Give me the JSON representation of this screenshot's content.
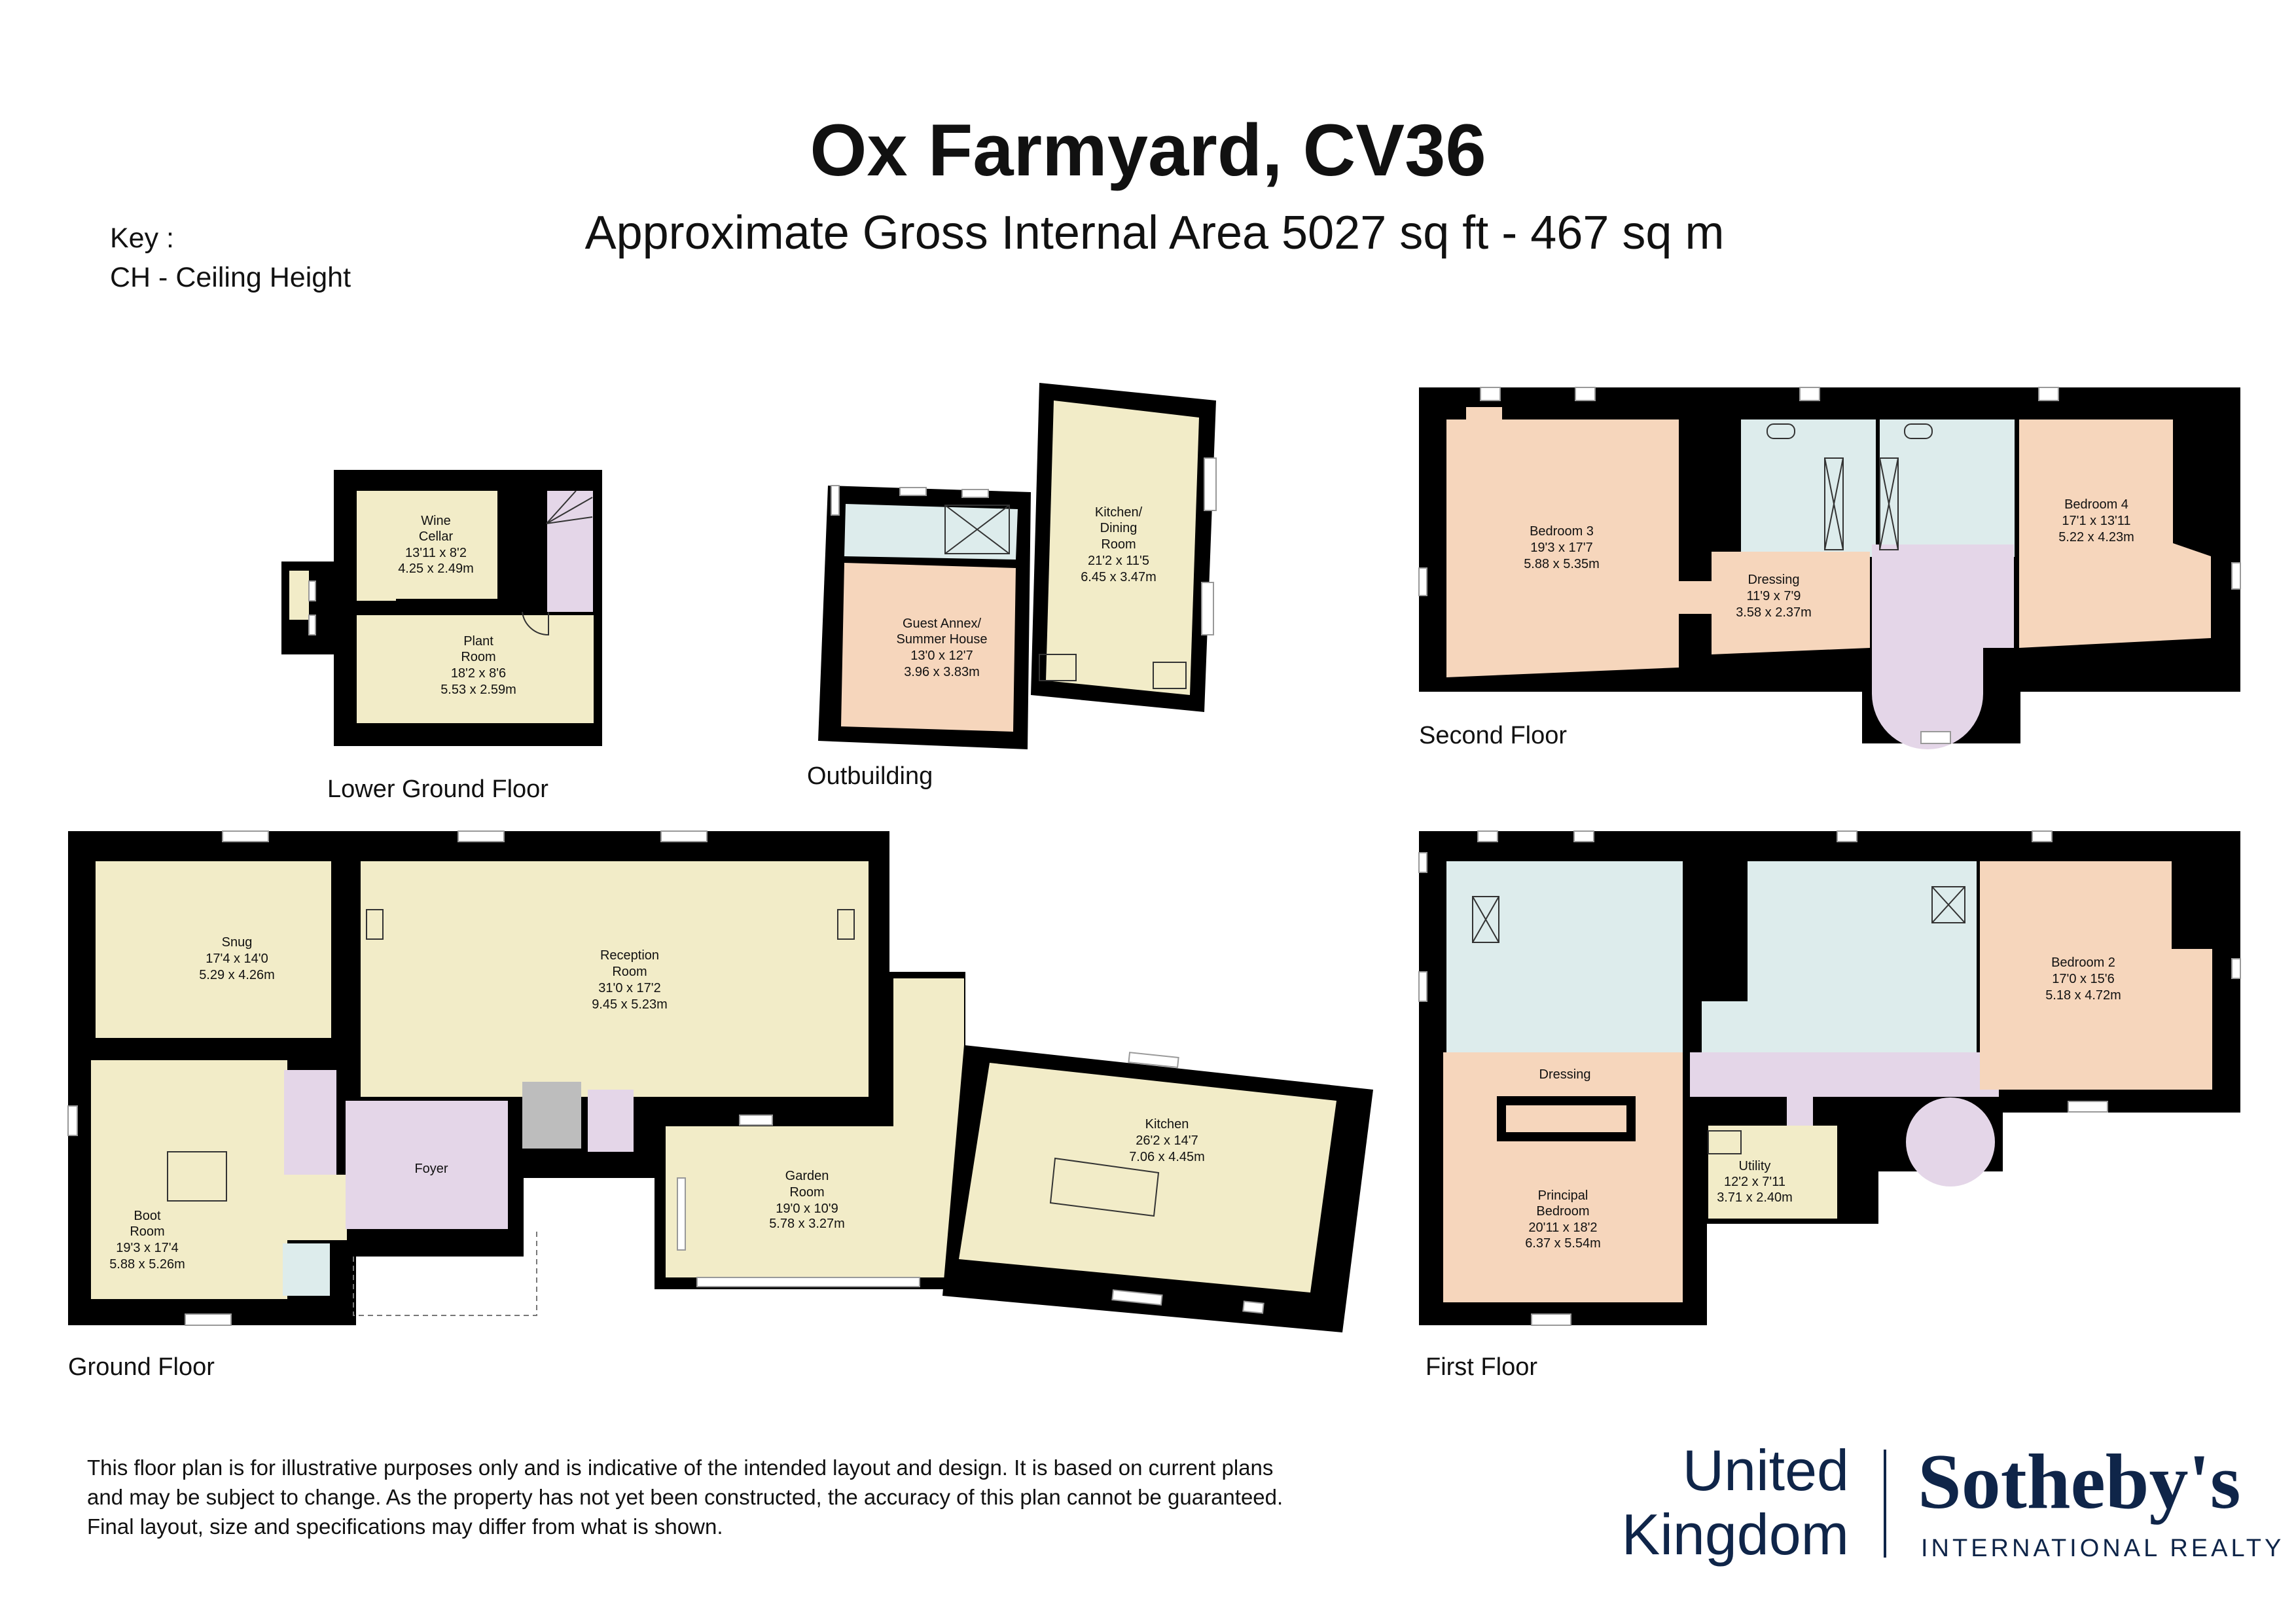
{
  "header": {
    "title": "Ox Farmyard, CV36",
    "subtitle": "Approximate Gross Internal Area 5027 sq ft - 467 sq m",
    "key_title": "Key :",
    "key_item": "CH - Ceiling Height"
  },
  "colors": {
    "wall": "#000000",
    "living": "#f2ecc8",
    "bedroom": "#f6d6bc",
    "bathroom": "#ddecec",
    "circulation": "#e4d6e8",
    "brand_navy": "#0f2549"
  },
  "floors": {
    "lower_ground": {
      "label": "Lower Ground Floor",
      "rooms": [
        {
          "name": [
            "Wine",
            "Cellar"
          ],
          "imperial": "13'11 x 8'2",
          "metric": "4.25 x 2.49m"
        },
        {
          "name": [
            "Plant",
            "Room"
          ],
          "imperial": "18'2 x 8'6",
          "metric": "5.53 x 2.59m"
        }
      ]
    },
    "outbuilding": {
      "label": "Outbuilding",
      "rooms": [
        {
          "name": [
            "Kitchen/",
            "Dining",
            "Room"
          ],
          "imperial": "21'2 x 11'5",
          "metric": "6.45 x 3.47m"
        },
        {
          "name": [
            "Guest Annex/",
            "Summer House"
          ],
          "imperial": "13'0 x 12'7",
          "metric": "3.96 x 3.83m"
        }
      ]
    },
    "second": {
      "label": "Second Floor",
      "rooms": [
        {
          "name": [
            "Bedroom 3"
          ],
          "imperial": "19'3 x 17'7",
          "metric": "5.88 x 5.35m"
        },
        {
          "name": [
            "Dressing"
          ],
          "imperial": "11'9 x 7'9",
          "metric": "3.58 x 2.37m"
        },
        {
          "name": [
            "Bedroom 4"
          ],
          "imperial": "17'1 x 13'11",
          "metric": "5.22 x 4.23m"
        }
      ]
    },
    "ground": {
      "label": "Ground Floor",
      "rooms": [
        {
          "name": [
            "Snug"
          ],
          "imperial": "17'4 x 14'0",
          "metric": "5.29 x 4.26m"
        },
        {
          "name": [
            "Reception",
            "Room"
          ],
          "imperial": "31'0 x 17'2",
          "metric": "9.45 x 5.23m"
        },
        {
          "name": [
            "Boot",
            "Room"
          ],
          "imperial": "19'3 x 17'4",
          "metric": "5.88 x 5.26m"
        },
        {
          "name": [
            "Foyer"
          ]
        },
        {
          "name": [
            "Garden",
            "Room"
          ],
          "imperial": "19'0 x 10'9",
          "metric": "5.78 x 3.27m"
        },
        {
          "name": [
            "Kitchen"
          ],
          "imperial": "26'2 x 14'7",
          "metric": "7.06 x 4.45m"
        }
      ]
    },
    "first": {
      "label": "First Floor",
      "rooms": [
        {
          "name": [
            "Dressing"
          ]
        },
        {
          "name": [
            "Principal",
            "Bedroom"
          ],
          "imperial": "20'11 x 18'2",
          "metric": "6.37 x 5.54m"
        },
        {
          "name": [
            "Bedroom 2"
          ],
          "imperial": "17'0 x 15'6",
          "metric": "5.18 x 4.72m"
        },
        {
          "name": [
            "Utility"
          ],
          "imperial": "12'2 x 7'11",
          "metric": "3.71 x 2.40m"
        }
      ]
    }
  },
  "disclaimer": [
    "This floor plan is for illustrative purposes only and is indicative of the intended layout and design. It is based on current plans",
    "and may be subject to change. As the property has not yet been constructed, the accuracy of this plan cannot be guaranteed.",
    "Final layout, size and specifications may differ from what is shown."
  ],
  "logo": {
    "line1": "United",
    "line2": "Kingdom",
    "brand": "Sotheby's",
    "tagline": "INTERNATIONAL REALTY"
  }
}
